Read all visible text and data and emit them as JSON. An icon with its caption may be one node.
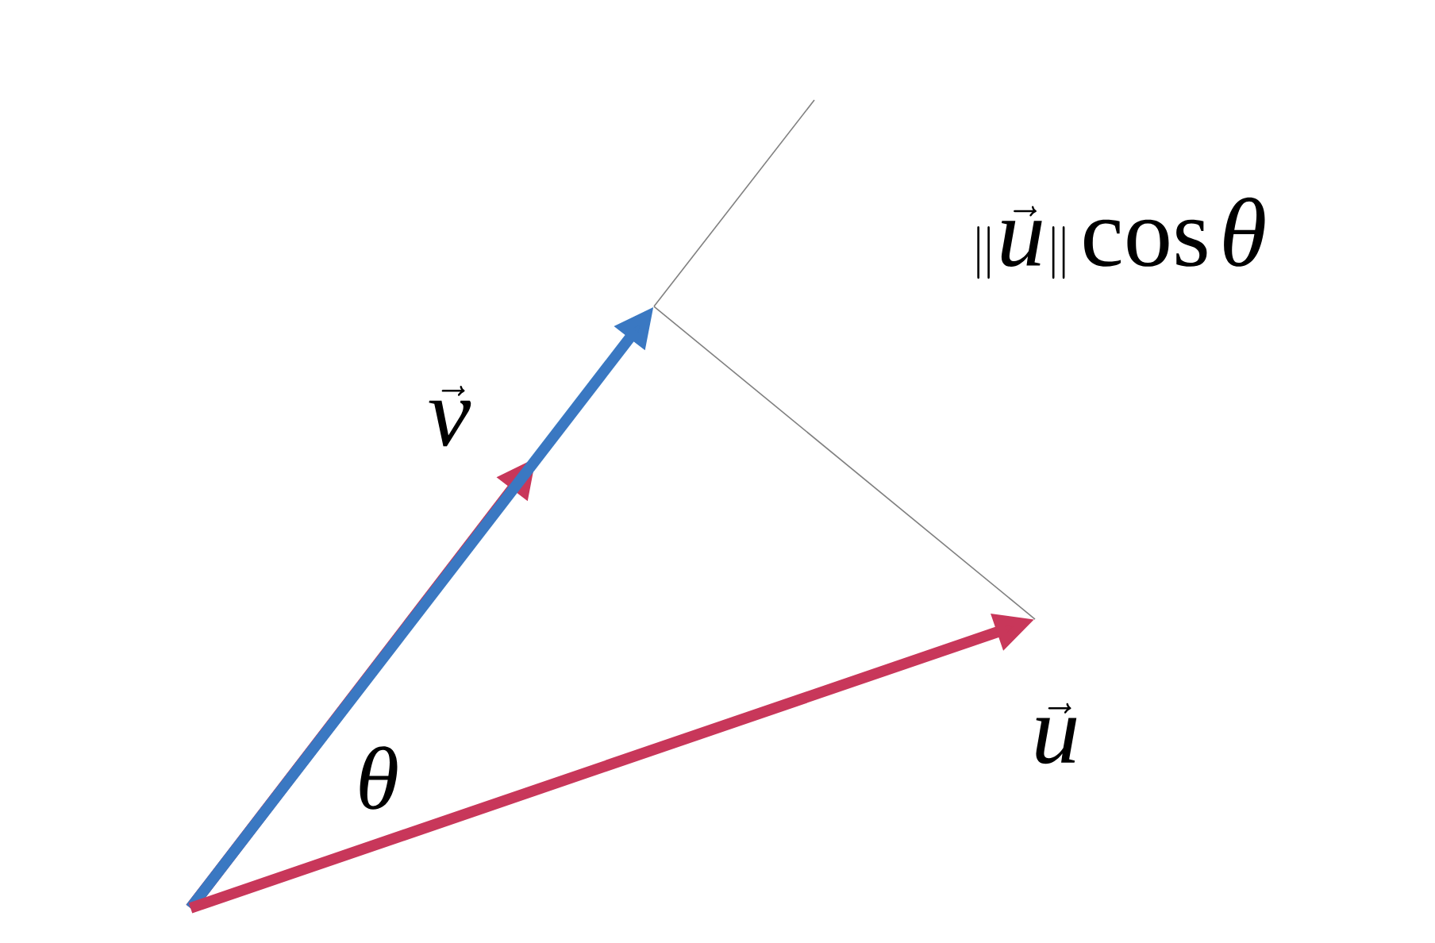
{
  "diagram": {
    "labels": [
      "\\vec{v}",
      "\\|\\vec{u}\\|\\cos\\theta",
      "\\theta",
      "\\vec{u}"
    ]
  }
}
